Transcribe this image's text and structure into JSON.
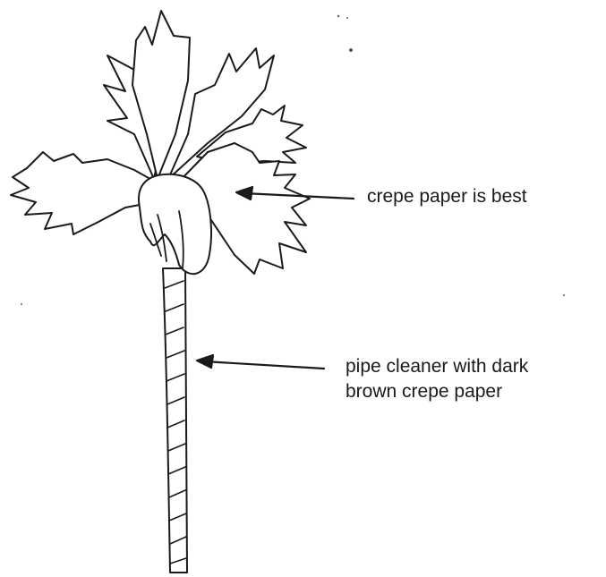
{
  "labels": {
    "crepe": "crepe paper is best",
    "pipe_line1": "pipe cleaner with dark",
    "pipe_line2": "brown crepe paper"
  }
}
